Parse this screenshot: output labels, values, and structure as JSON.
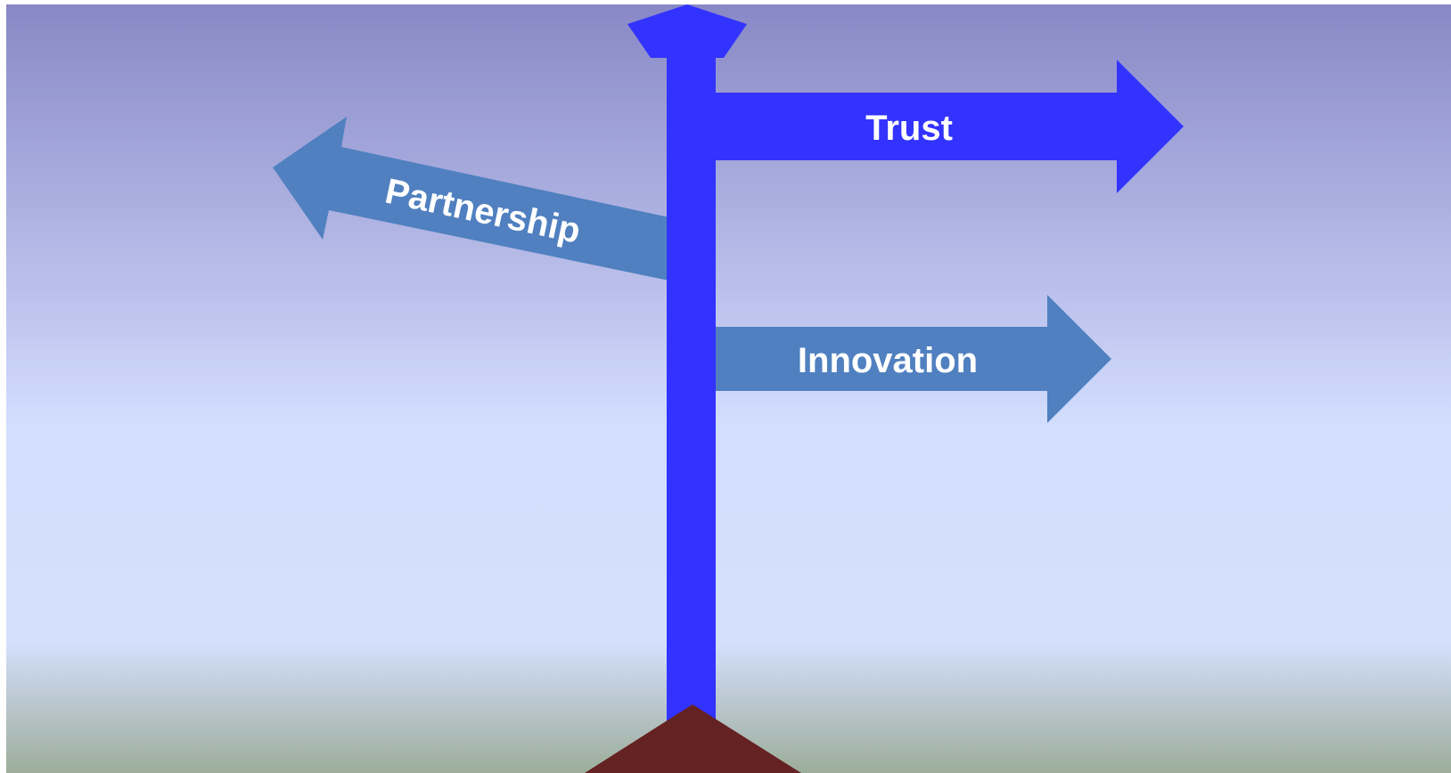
{
  "signs": {
    "trust": {
      "label": "Trust"
    },
    "partnership": {
      "label": "Partnership"
    },
    "innovation": {
      "label": "Innovation"
    }
  },
  "colors": {
    "post": "#3333ff",
    "trust_arrow": "#3333ff",
    "secondary_arrows": "#5080c0",
    "ground_mound": "#652222",
    "sky_top": "#8888c6",
    "sky_mid": "#d3defe",
    "ground": "#9cae9a",
    "label_text": "#ffffff"
  }
}
